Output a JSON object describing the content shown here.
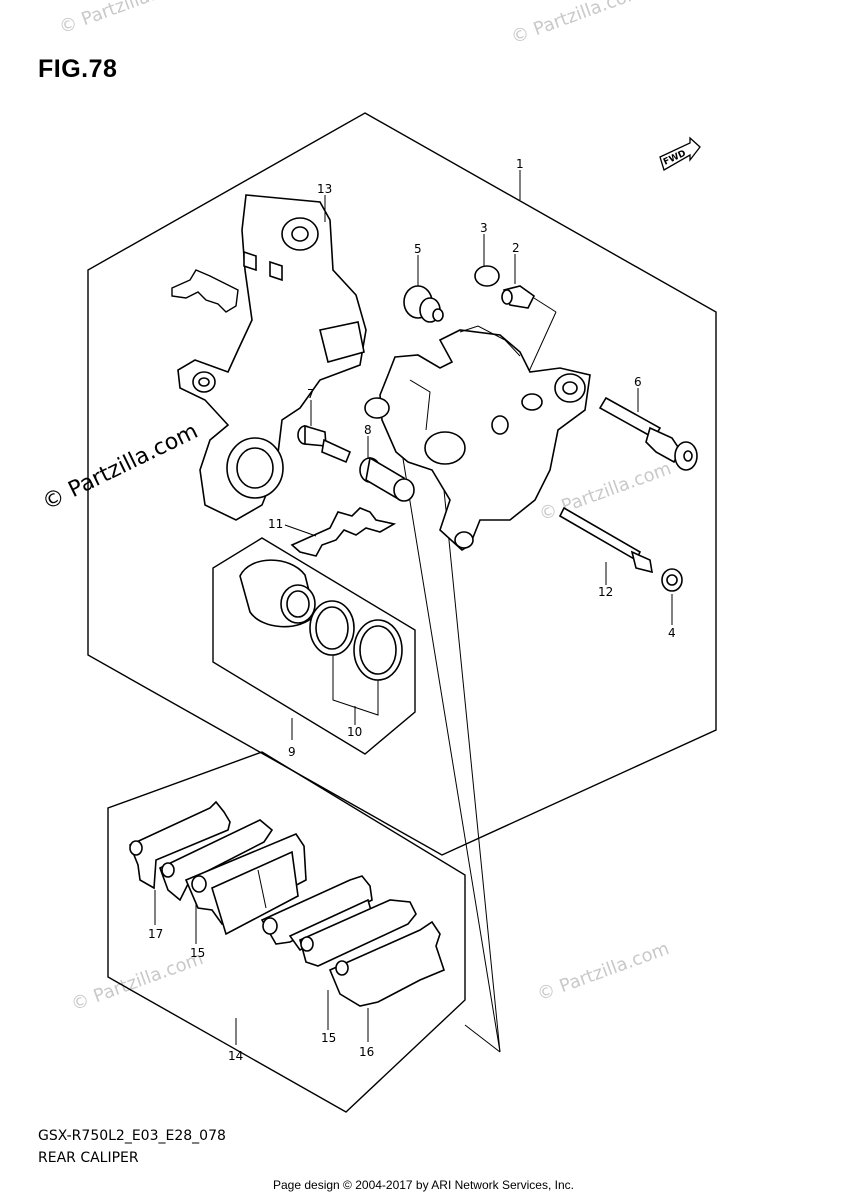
{
  "figure_title": "FIG.78",
  "model_code": "GSX-R750L2_E03_E28_078",
  "section_title": "REAR CALIPER",
  "footer": "Page design © 2004-2017 by ARI Network Services, Inc.",
  "fwd_marker": "FWD",
  "watermark_text": "© Partzilla.com",
  "callouts": {
    "c1": "1",
    "c2": "2",
    "c3": "3",
    "c4": "4",
    "c5": "5",
    "c6": "6",
    "c7": "7",
    "c8": "8",
    "c9": "9",
    "c10": "10",
    "c11": "11",
    "c12": "12",
    "c13": "13",
    "c14": "14",
    "c15a": "15",
    "c15b": "15",
    "c16": "16",
    "c17": "17"
  }
}
